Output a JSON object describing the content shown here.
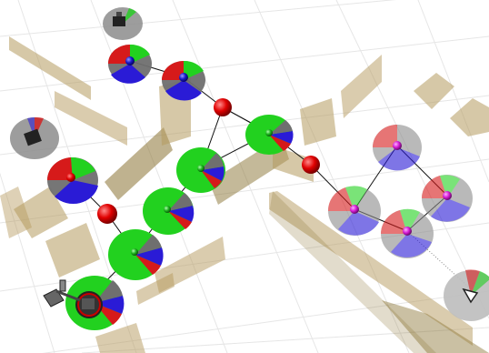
{
  "scene": {
    "type": "3d-topological-map-visualization",
    "colors": {
      "background": "#ffffff",
      "grid": "#e6e6e6",
      "wall": "#b59a5e",
      "wall_dark": "#8a7333",
      "sector_green": "#22d11f",
      "sector_blue": "#2a1bd6",
      "sector_red": "#d61a1a",
      "sector_gray": "#6f6f6f",
      "node_red": "#e00000",
      "node_green": "#1db31d",
      "node_blue": "#1717c8",
      "node_magenta": "#d41ad4",
      "edge": "#111111"
    },
    "markers": {
      "red_nodes": 3,
      "green_nodes": 5,
      "blue_nodes": 2,
      "magenta_nodes": 4
    },
    "icons": [
      "robot-model-icon",
      "camera-gizmo-icon"
    ]
  }
}
